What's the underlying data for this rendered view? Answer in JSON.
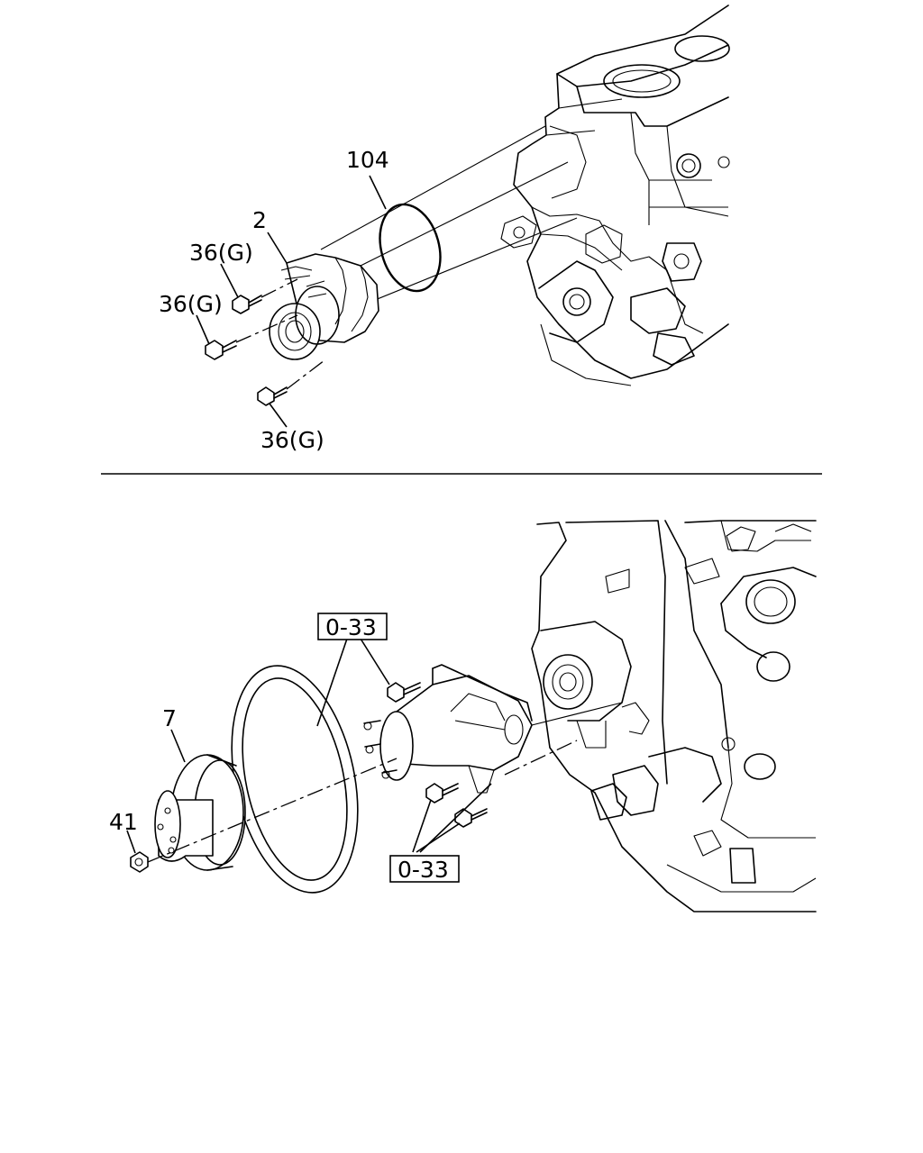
{
  "diagram": {
    "top_section": {
      "callouts": {
        "part_104": "104",
        "part_2": "2",
        "bolt_upper": "36(G)",
        "bolt_middle": "36(G)",
        "bolt_lower": "36(G)"
      }
    },
    "bottom_section": {
      "callouts": {
        "part_7": "7",
        "part_41": "41",
        "ref_box_upper": "0-33",
        "ref_box_lower": "0-33"
      }
    }
  }
}
